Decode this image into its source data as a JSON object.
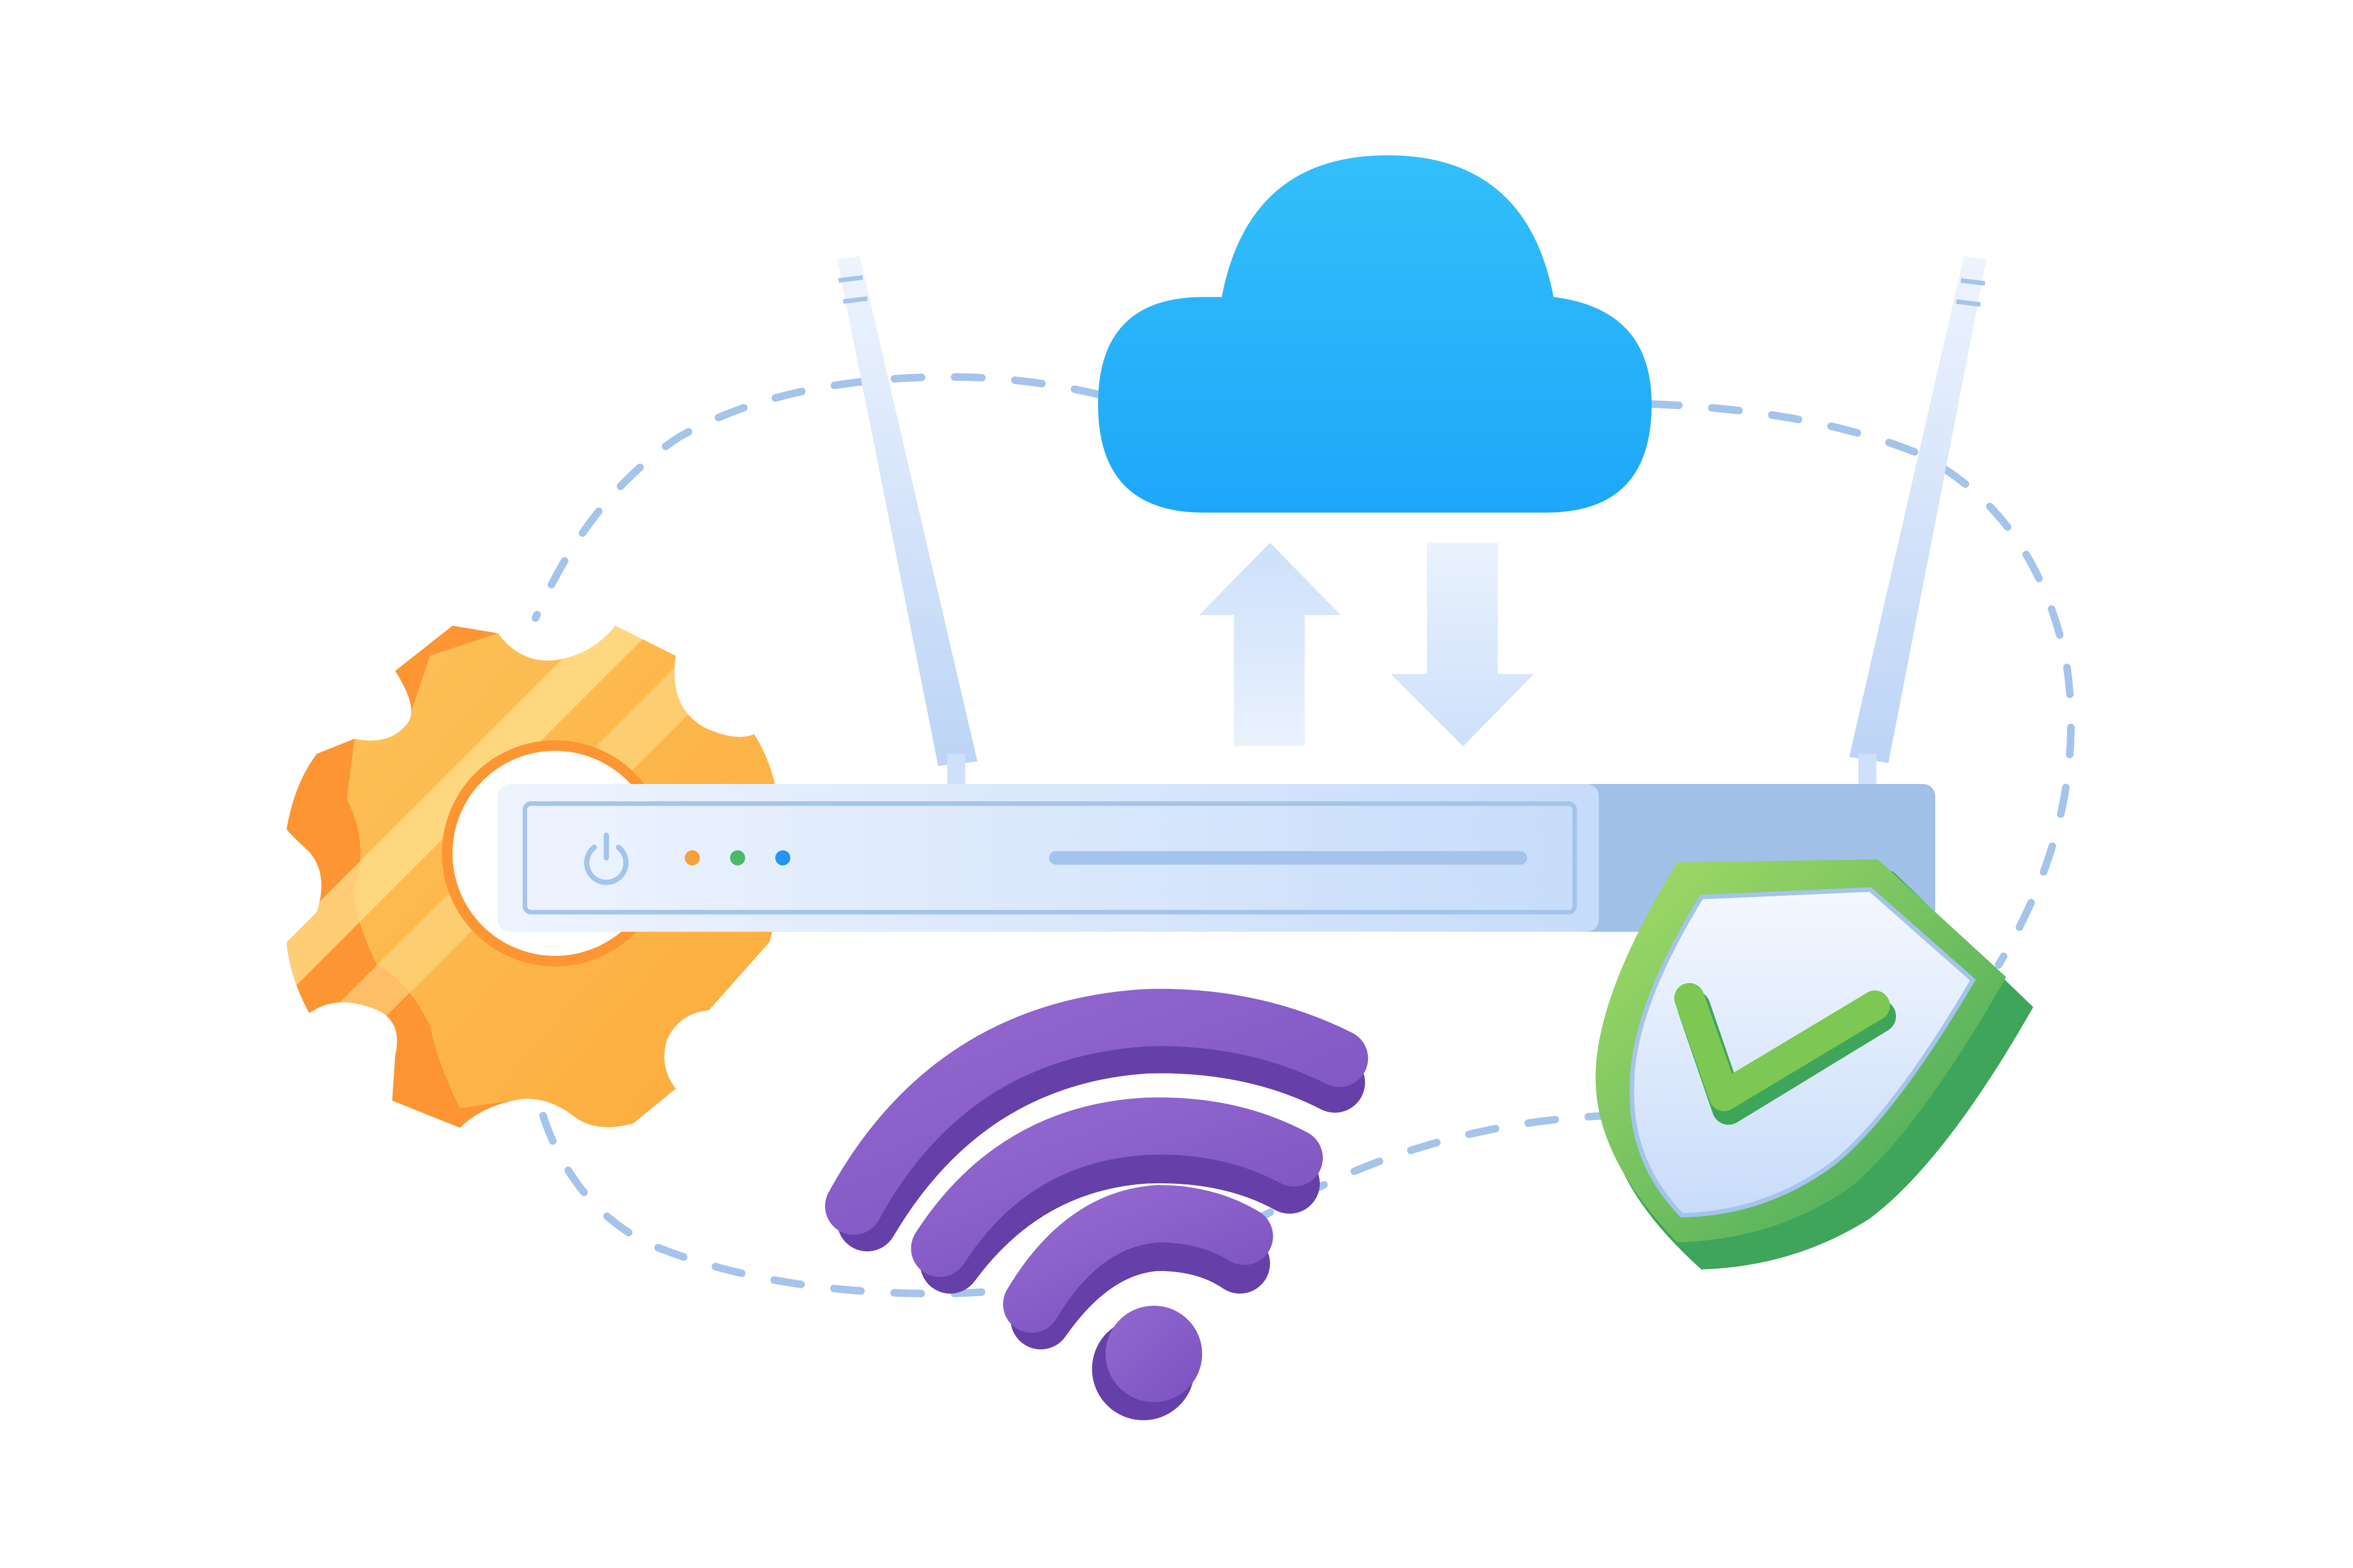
{
  "illustration": {
    "elements": [
      "cloud-icon",
      "upload-arrow-icon",
      "download-arrow-icon",
      "router-device",
      "antenna-left",
      "antenna-right",
      "power-icon",
      "status-led-orange",
      "status-led-green",
      "status-led-blue",
      "gear-icon",
      "wifi-icon",
      "shield-check-icon",
      "dashed-orbit-path"
    ],
    "colors": {
      "cloud_top": "#33BFFA",
      "cloud_bottom": "#1EA7FA",
      "router_front": "#DCE9FB",
      "router_side": "#A0C0E8",
      "antenna": "#CFE0FA",
      "arrow": "#D6E5FC",
      "dash": "#A4C4EB",
      "gear_light": "#FDD26E",
      "gear_dark": "#FD9533",
      "wifi": "#8258C4",
      "wifi_shadow": "#6540A8",
      "shield_green": "#3FA55A",
      "shield_lime": "#9ED660",
      "check": "#6CC04A",
      "led_orange": "#F6A13A",
      "led_green": "#4CB86A",
      "led_blue": "#2196F3"
    }
  }
}
